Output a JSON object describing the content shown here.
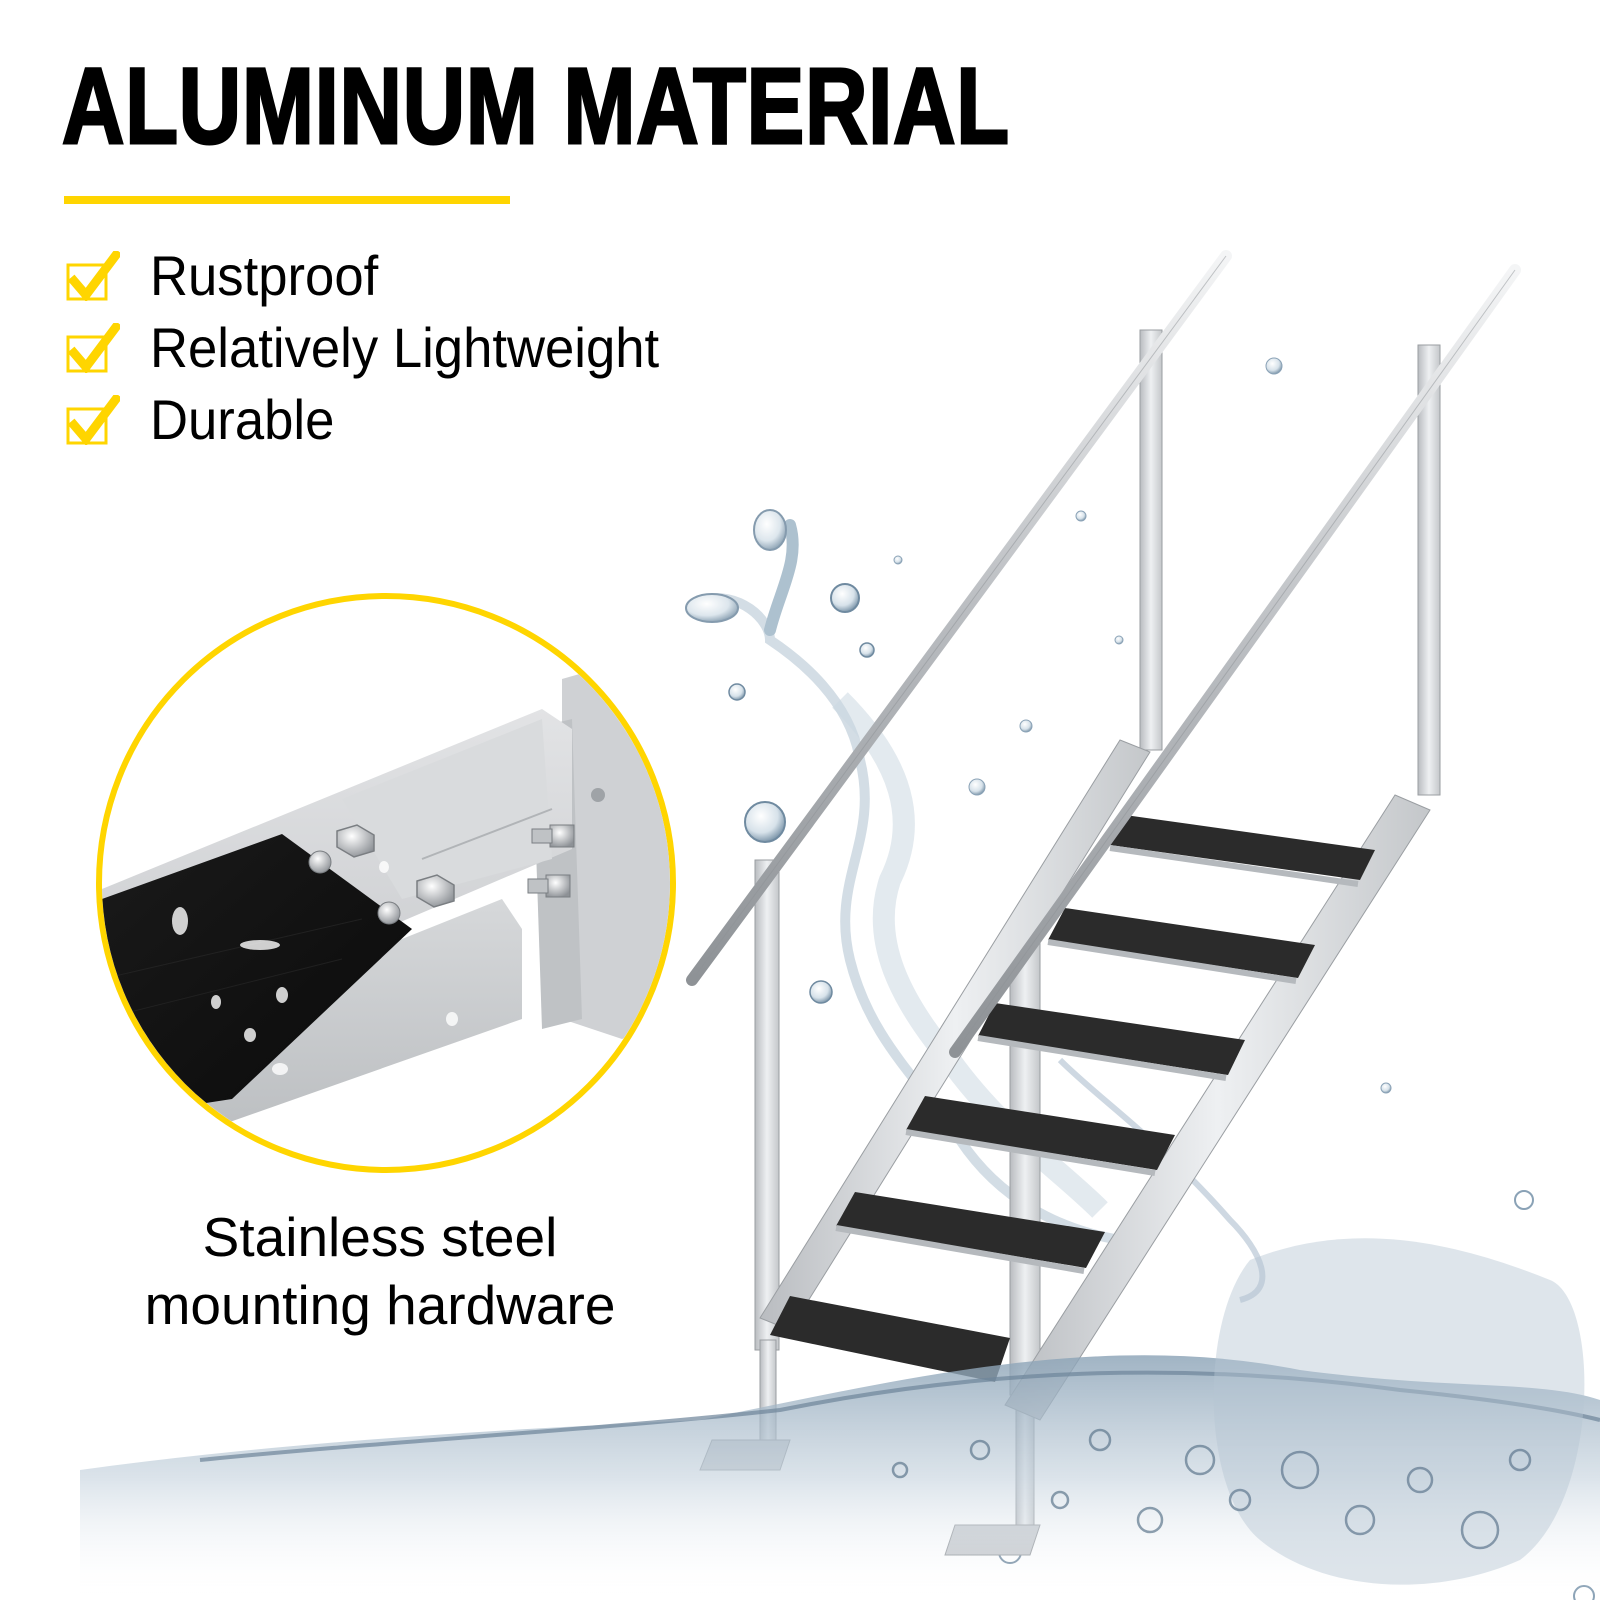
{
  "header": {
    "title": "ALUMINUM MATERIAL"
  },
  "features": [
    {
      "label": "Rustproof",
      "icon": "checkbox-check-icon"
    },
    {
      "label": "Relatively Lightweight",
      "icon": "checkbox-check-icon"
    },
    {
      "label": "Durable",
      "icon": "checkbox-check-icon"
    }
  ],
  "detail": {
    "caption_line1": "Stainless steel",
    "caption_line2": "mounting hardware",
    "image": "stair-tread-bracket-closeup"
  },
  "product": {
    "image": "aluminum-dock-stairs-with-handrails-in-water-splash",
    "steps": 6
  },
  "colors": {
    "accent": "#FFD500",
    "text": "#000000",
    "background": "#FFFFFF",
    "aluminum": "#D4D6D8",
    "tread": "#2B2B2B",
    "water": "#9FB3C4"
  }
}
